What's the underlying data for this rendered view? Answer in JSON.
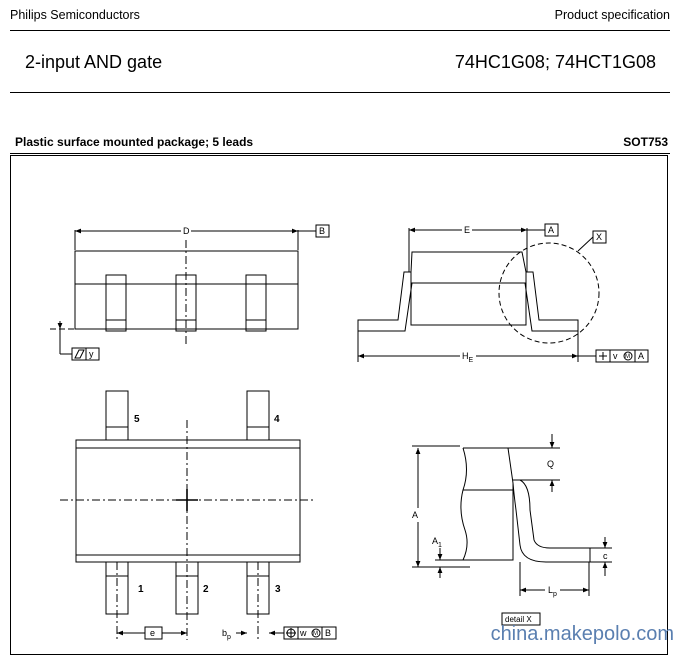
{
  "header": {
    "company": "Philips Semiconductors",
    "doc_type": "Product specification"
  },
  "title": {
    "device": "2-input AND gate",
    "part_numbers": "74HC1G08; 74HCT1G08"
  },
  "package": {
    "description": "Plastic surface mounted package; 5 leads",
    "code": "SOT753"
  },
  "drawing": {
    "labels": {
      "D": "D",
      "B": "B",
      "E": "E",
      "A_ref": "A",
      "X": "X",
      "HE_main": "H",
      "HE_sub": "E",
      "y": "y",
      "v": "v",
      "M": "M",
      "A_tol": "A",
      "w": "w",
      "B_tol": "B",
      "e": "e",
      "bp_main": "b",
      "bp_sub": "p",
      "A": "A",
      "A1_main": "A",
      "A1_sub": "1",
      "Q": "Q",
      "c": "c",
      "Lp_main": "L",
      "Lp_sub": "p",
      "detail": "detail X"
    },
    "pins": [
      "1",
      "2",
      "3",
      "4",
      "5"
    ]
  },
  "watermark": "china.makepolo.com"
}
